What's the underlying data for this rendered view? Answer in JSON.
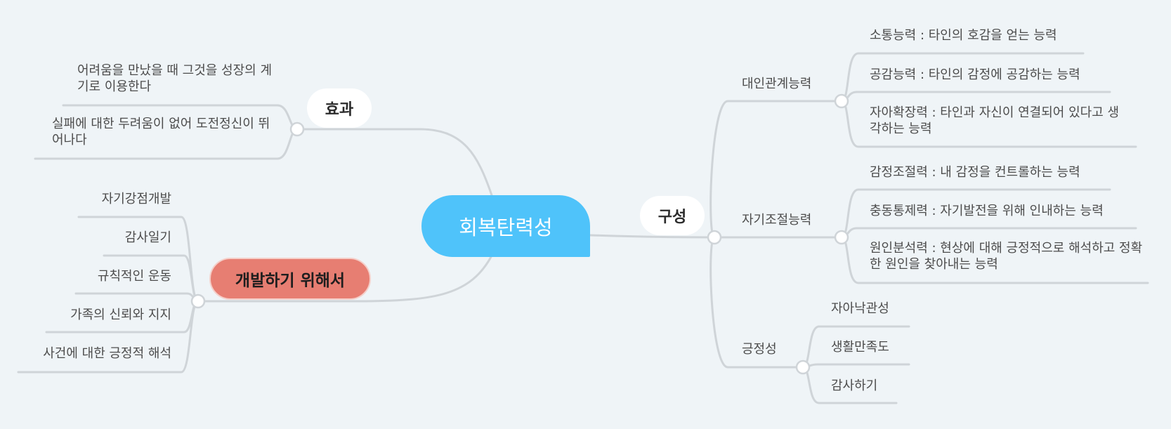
{
  "central": "회복탄력성",
  "branches": {
    "effect": {
      "label": "효과",
      "items": [
        "어려움을 만났을 때 그것을 성장의 계기로 이용한다",
        "실패에 대한 두려움이 없어 도전정신이 뛰어나다"
      ]
    },
    "develop": {
      "label": "개발하기 위해서",
      "items": [
        "자기강점개발",
        "감사일기",
        "규칙적인 운동",
        "가족의 신뢰와 지지",
        "사건에 대한 긍정적 해석"
      ]
    },
    "composition": {
      "label": "구성",
      "groups": [
        {
          "label": "대인관계능력",
          "items": [
            "소통능력 : 타인의 호감을 얻는 능력",
            "공감능력 : 타인의 감정에 공감하는 능력",
            "자아확장력 : 타인과 자신이 연결되어 있다고 생각하는 능력"
          ]
        },
        {
          "label": "자기조절능력",
          "items": [
            "감정조절력 : 내 감정을 컨트롤하는 능력",
            "충동통제력 : 자기발전을 위해 인내하는 능력",
            "원인분석력 : 현상에 대해 긍정적으로 해석하고 정확한 원인을 찾아내는 능력"
          ]
        },
        {
          "label": "긍정성",
          "items": [
            "자아낙관성",
            "생활만족도",
            "감사하기"
          ]
        }
      ]
    }
  },
  "colors": {
    "background": "#eff4f7",
    "central": "#4fc3fa",
    "develop": "#e77e72",
    "line": "#cfd4d8"
  }
}
